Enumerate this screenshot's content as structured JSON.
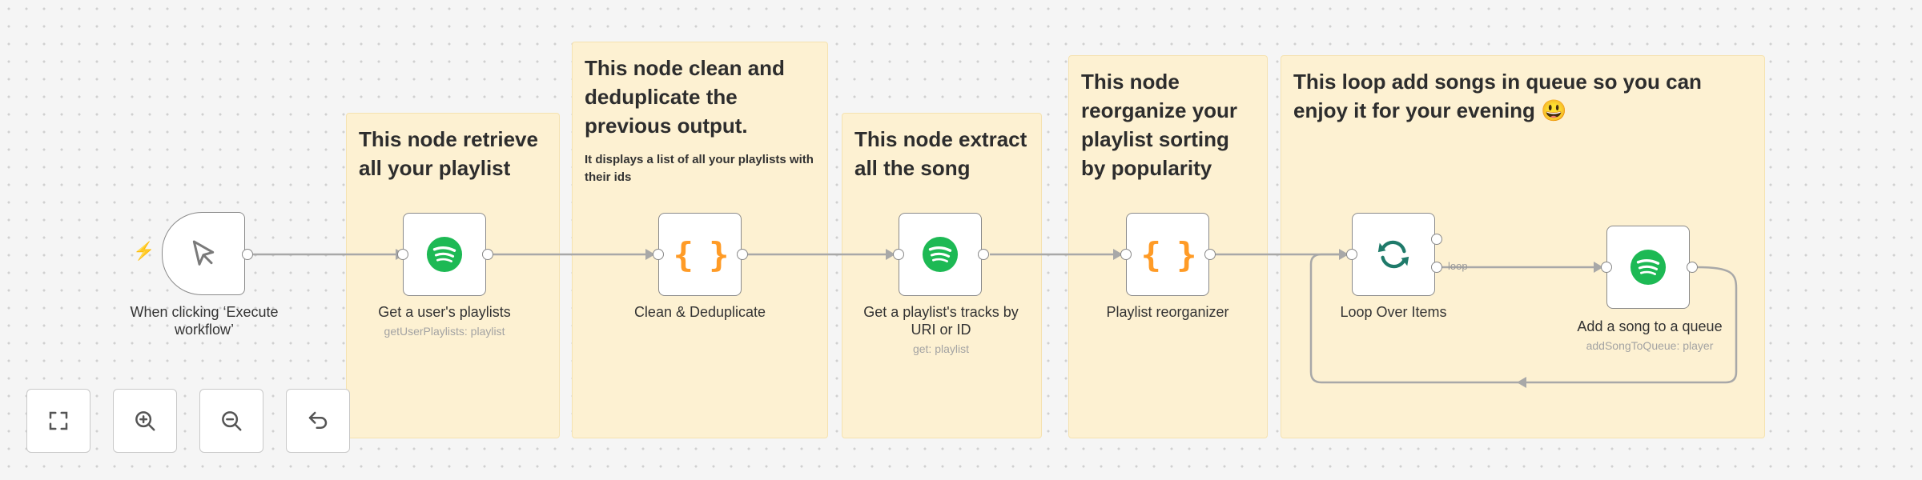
{
  "sticky_notes": [
    {
      "title": "This node retrieve all your playlist",
      "body": ""
    },
    {
      "title": "This node clean and deduplicate the previous output.",
      "body": "It displays a list of all your playlists with their ids"
    },
    {
      "title": "This node extract all the song",
      "body": ""
    },
    {
      "title": "This node reorganize your playlist sorting by popularity",
      "body": ""
    },
    {
      "title": "This loop add songs in queue so you can enjoy it for your evening 😃",
      "body": ""
    }
  ],
  "nodes": [
    {
      "label": "When clicking ‘Execute workflow’",
      "subtitle": "",
      "icon": "cursor-icon"
    },
    {
      "label": "Get a user's playlists",
      "subtitle": "getUserPlaylists: playlist",
      "icon": "spotify-icon"
    },
    {
      "label": "Clean & Deduplicate",
      "subtitle": "",
      "icon": "code-braces-icon"
    },
    {
      "label": "Get a playlist's tracks by URI or ID",
      "subtitle": "get: playlist",
      "icon": "spotify-icon"
    },
    {
      "label": "Playlist reorganizer",
      "subtitle": "",
      "icon": "code-braces-icon"
    },
    {
      "label": "Loop Over Items",
      "subtitle": "",
      "icon": "loop-icon"
    },
    {
      "label": "Add a song to a queue",
      "subtitle": "addSongToQueue: player",
      "icon": "spotify-icon"
    }
  ],
  "connections": {
    "loop_label": "loop"
  },
  "icons": {
    "code_glyph": "{ }"
  },
  "controls": [
    {
      "name": "fit-view",
      "icon": "fit-view-icon"
    },
    {
      "name": "zoom-in",
      "icon": "zoom-in-icon"
    },
    {
      "name": "zoom-out",
      "icon": "zoom-out-icon"
    },
    {
      "name": "undo",
      "icon": "undo-icon"
    }
  ],
  "colors": {
    "sticky": "#fdf1d2",
    "spotify": "#1db954",
    "code": "#ff9b26",
    "loop": "#1f7a6a",
    "trigger": "#ff6d5a"
  }
}
